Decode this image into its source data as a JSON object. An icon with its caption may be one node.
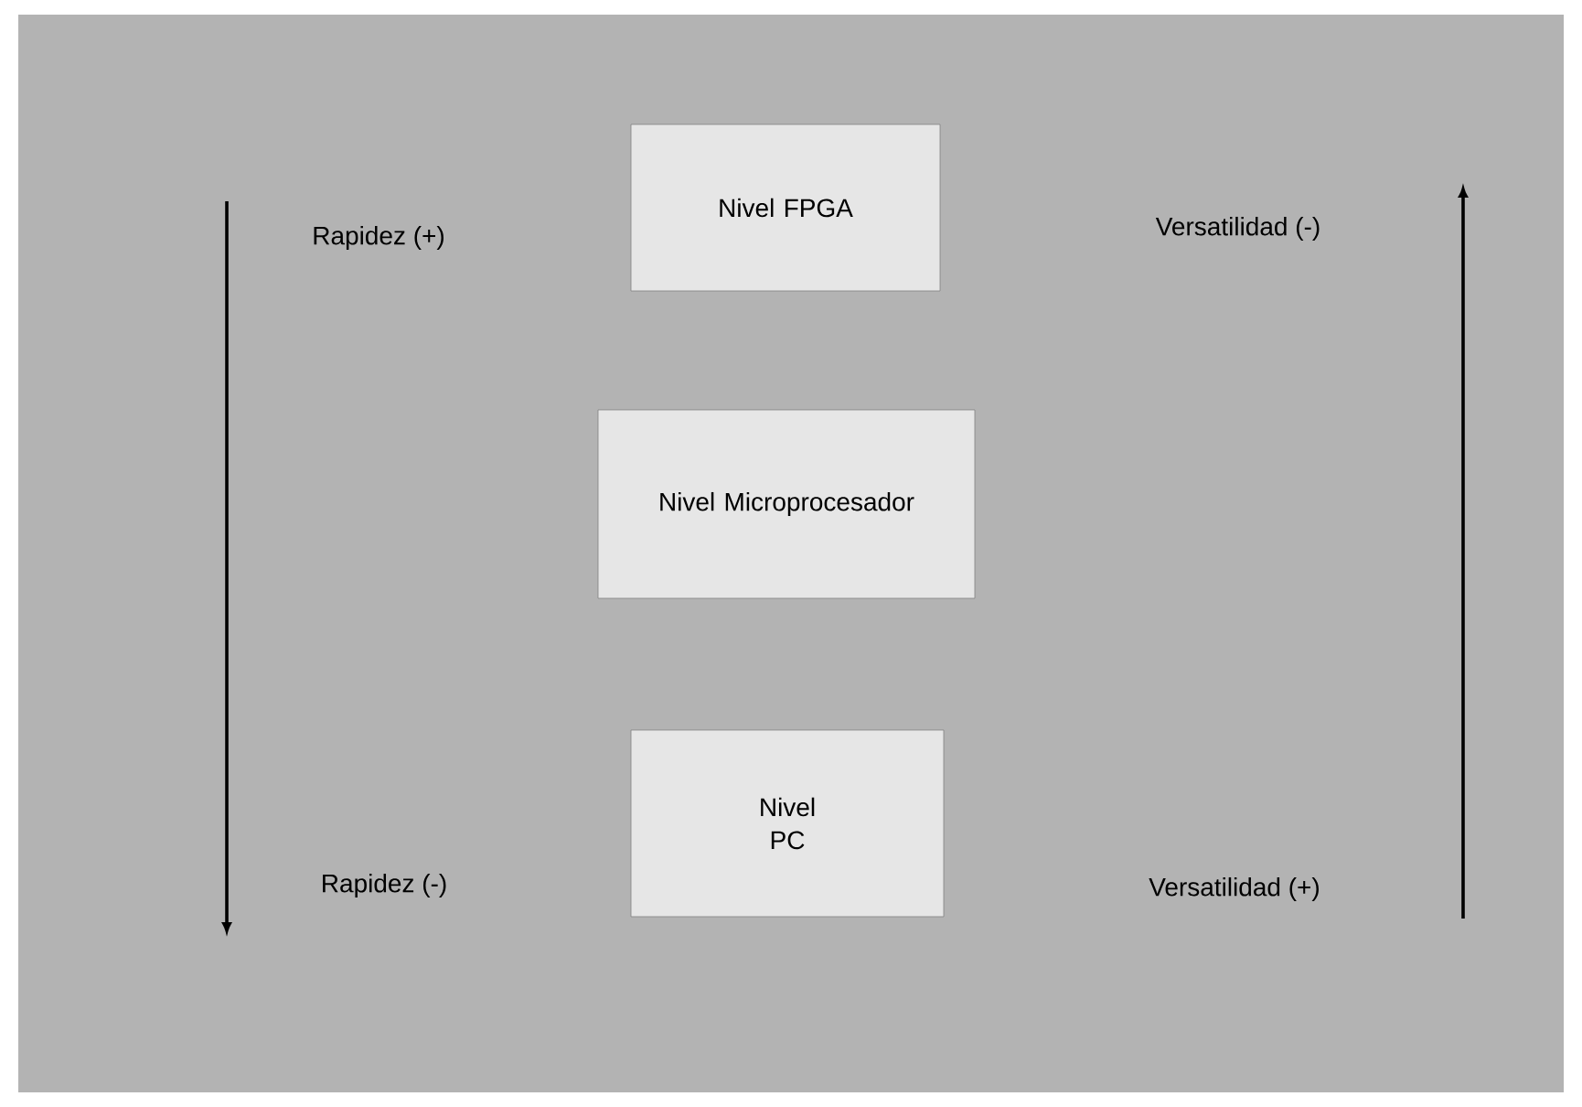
{
  "diagram": {
    "nodes": [
      {
        "text": [
          "Nivel FPGA"
        ]
      },
      {
        "text": [
          "Nivel Microprocesador"
        ]
      },
      {
        "text": [
          "Nivel PC"
        ]
      }
    ],
    "labels": [
      "Rapidez (+)",
      "Versatilidad (-)",
      "Rapidez (-)",
      "Versatilidad (+)"
    ]
  }
}
